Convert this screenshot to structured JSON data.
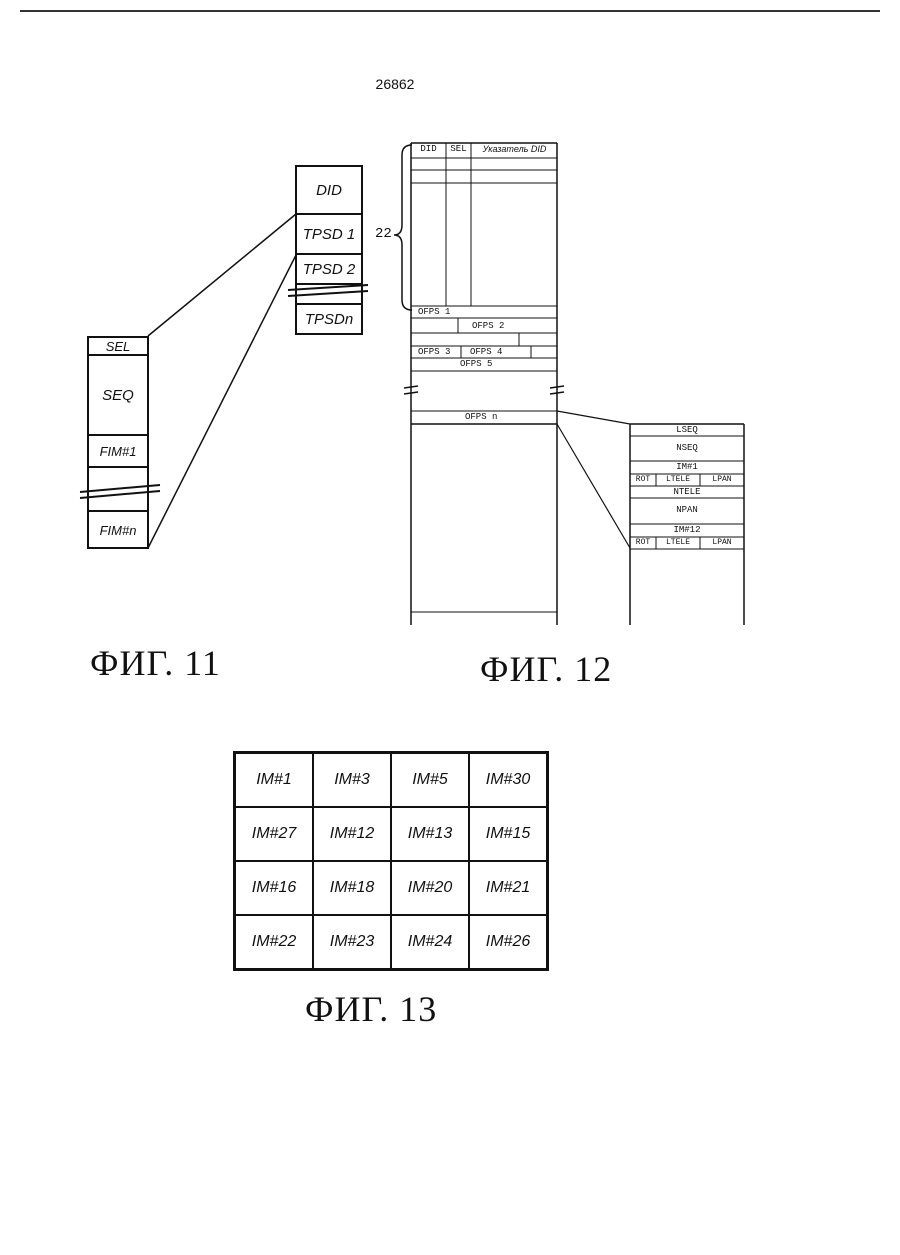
{
  "page_number": "26862",
  "fig11": {
    "caption": "ФИГ. 11",
    "did_block": [
      "DID",
      "TPSD 1",
      "TPSD 2",
      "TPSDn"
    ],
    "sel_block": {
      "sel": "SEL",
      "seq": "SEQ",
      "fim1": "FIM#1",
      "fimn": "FIM#n"
    }
  },
  "fig12": {
    "caption": "ФИГ. 12",
    "brace_label": "22",
    "header": [
      "DID",
      "SEL",
      "Указатель DID"
    ],
    "rows": [
      "OFPS 1",
      "OFPS 2",
      "OFPS 3",
      "OFPS 4",
      "OFPS 5",
      "OFPS n"
    ],
    "detail": {
      "lseq": "LSEQ",
      "nseq": "NSEQ",
      "im1": "IM#1",
      "rot_row1": [
        "ROT",
        "LTELE",
        "LPAN"
      ],
      "ntele": "NTELE",
      "npan": "NPAN",
      "im12": "IM#12",
      "rot_row2": [
        "ROT",
        "LTELE",
        "LPAN"
      ]
    }
  },
  "fig13": {
    "caption": "ФИГ. 13",
    "grid": [
      [
        "IM#1",
        "IM#3",
        "IM#5",
        "IM#30"
      ],
      [
        "IM#27",
        "IM#12",
        "IM#13",
        "IM#15"
      ],
      [
        "IM#16",
        "IM#18",
        "IM#20",
        "IM#21"
      ],
      [
        "IM#22",
        "IM#23",
        "IM#24",
        "IM#26"
      ]
    ]
  }
}
